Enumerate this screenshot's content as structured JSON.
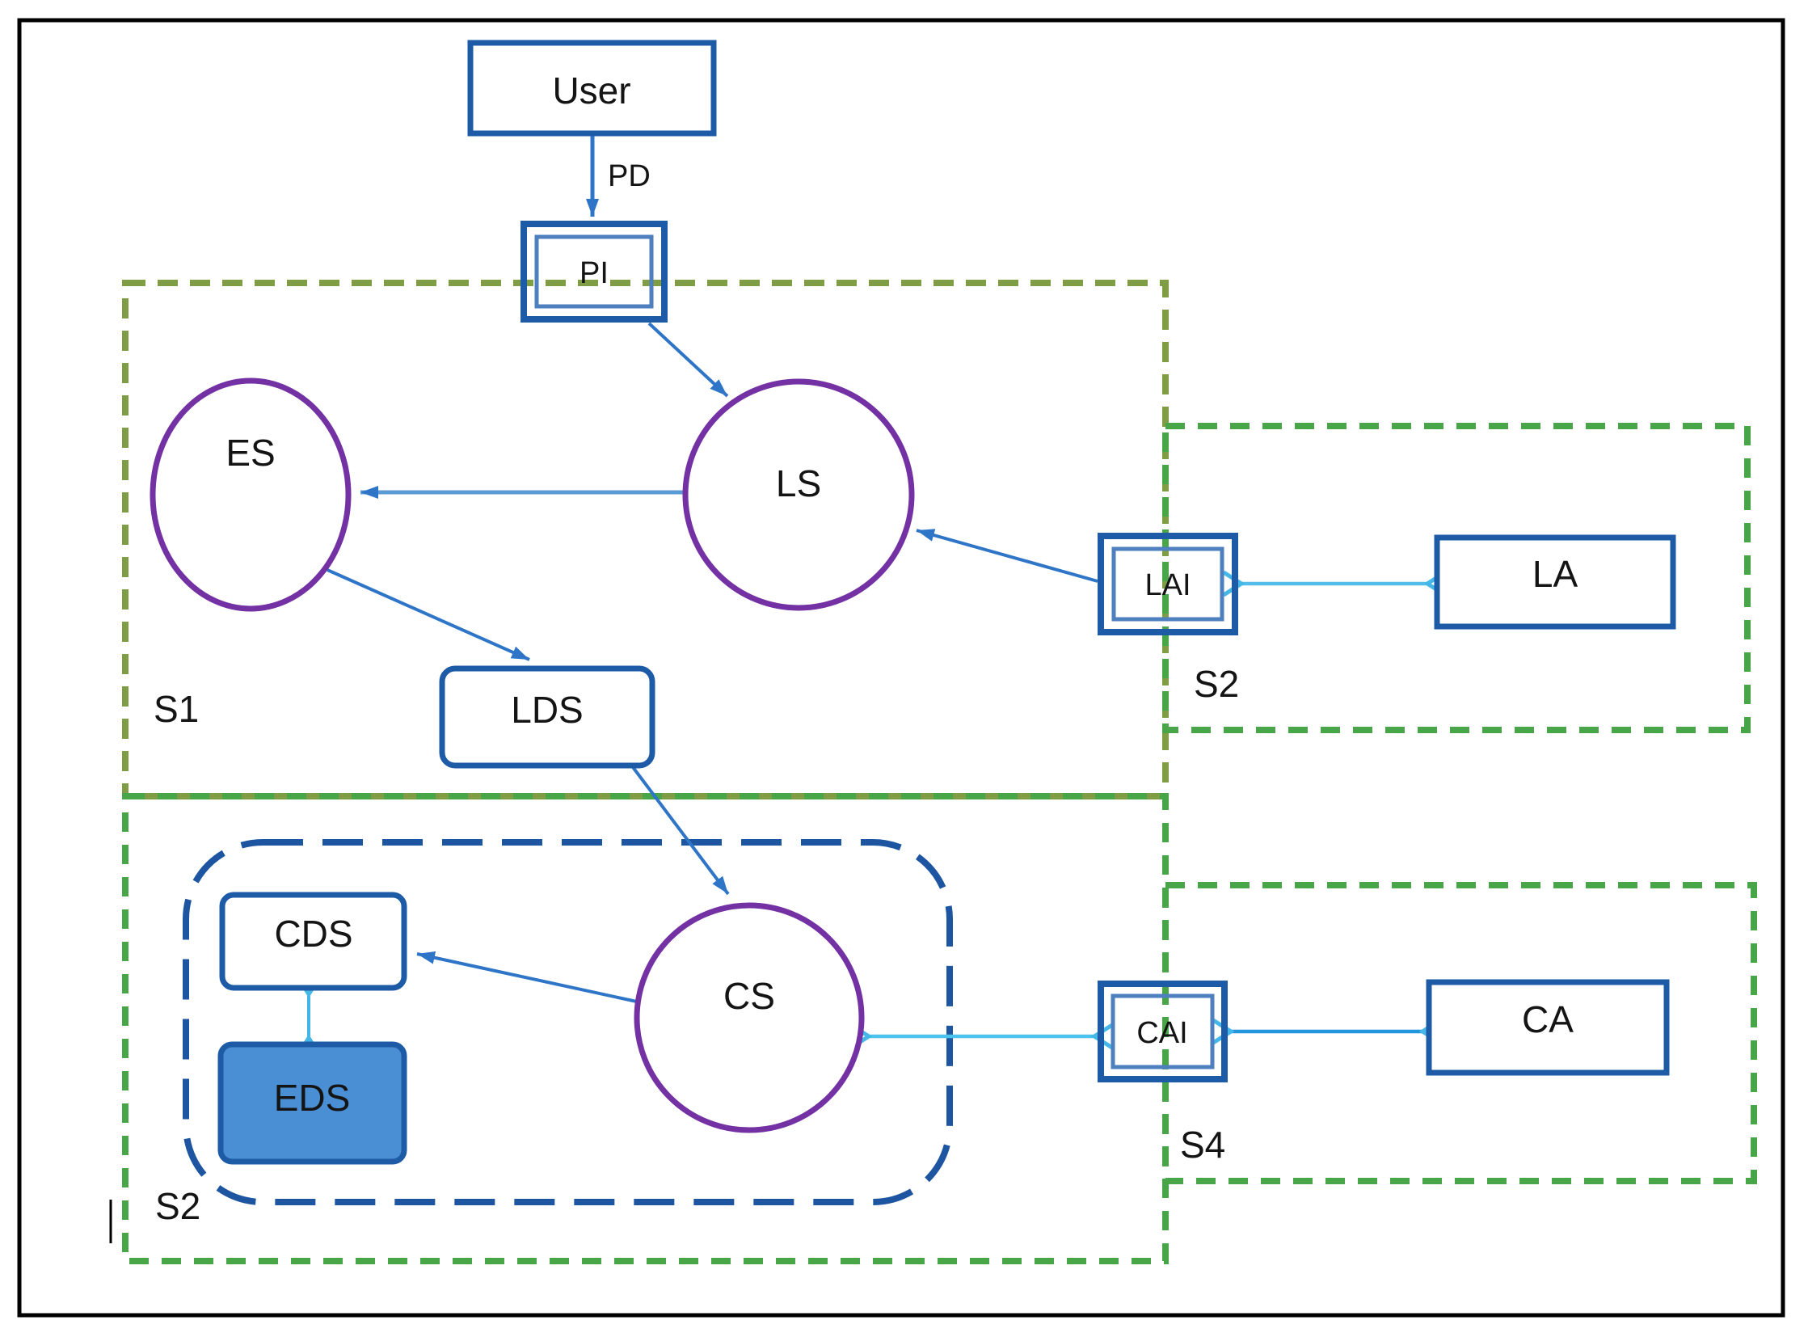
{
  "title": "system-architecture-diagram",
  "nodes": {
    "user": "User",
    "pi": "PI",
    "es": "ES",
    "ls": "LS",
    "lds": "LDS",
    "lai": "LAI",
    "la": "LA",
    "cds": "CDS",
    "eds": "EDS",
    "cs": "CS",
    "cai": "CAI",
    "ca": "CA"
  },
  "edge_labels": {
    "pd": "PD"
  },
  "zones": {
    "s1": "S1",
    "s2_right": "S2",
    "s2_bottom": "S2",
    "s4": "S4"
  },
  "colors": {
    "node_border": "#1d5ba6",
    "inner_border": "#4e7fbe",
    "circle_purple": "#7331a3",
    "zone_olive": "#7f9d45",
    "zone_green": "#48a648",
    "cluster_blue": "#1d55a0",
    "arrow_blue": "#2e75c8",
    "arrow_light_blue": "#5b9bd5",
    "arrow_cyan": "#45b8e8",
    "arrow_mid_cyan": "#2196dc",
    "eds_fill": "#4a8fd3",
    "outer_border": "#000000"
  }
}
